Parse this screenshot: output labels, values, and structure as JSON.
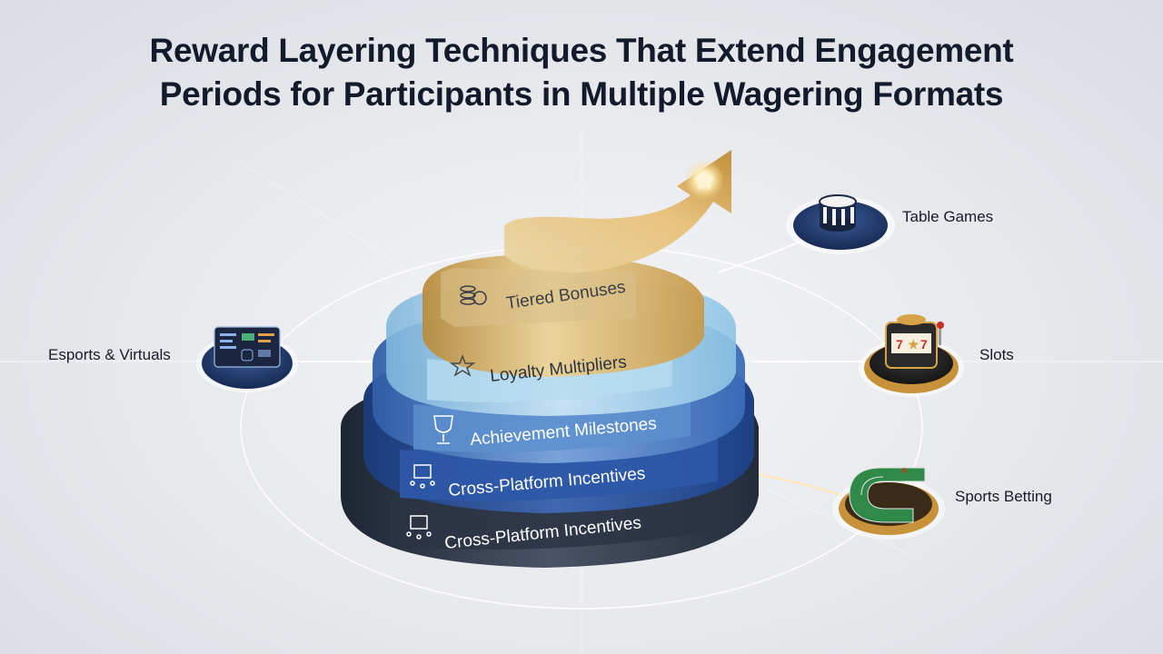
{
  "title": {
    "line1": "Reward Layering Techniques That Extend Engagement",
    "line2": "Periods for Participants in Multiple Wagering Formats"
  },
  "layers": [
    {
      "label": "Tiered Bonuses",
      "icon": "coins-icon"
    },
    {
      "label": "Loyalty Multipliers",
      "icon": "star-badge-icon"
    },
    {
      "label": "Achievement Milestones",
      "icon": "trophy-icon"
    },
    {
      "label": "Cross-Platform Incentives",
      "icon": "network-icon"
    },
    {
      "label": "Cross-Platform Incentives",
      "icon": "network-icon"
    }
  ],
  "formats": [
    {
      "label": "Esports & Virtuals",
      "icon": "dashboard-screen-icon"
    },
    {
      "label": "Table Games",
      "icon": "poker-chips-icon"
    },
    {
      "label": "Slots",
      "icon": "slot-machine-icon"
    },
    {
      "label": "Sports Betting",
      "icon": "race-track-icon"
    }
  ],
  "colors": {
    "title": "#121a2b",
    "gold": "#d9b15a",
    "light_blue": "#8fc9e8",
    "blue": "#3f6fbf",
    "navy": "#1f3f7f",
    "dark_slate": "#2b3444",
    "glow": "#ffd98a"
  }
}
